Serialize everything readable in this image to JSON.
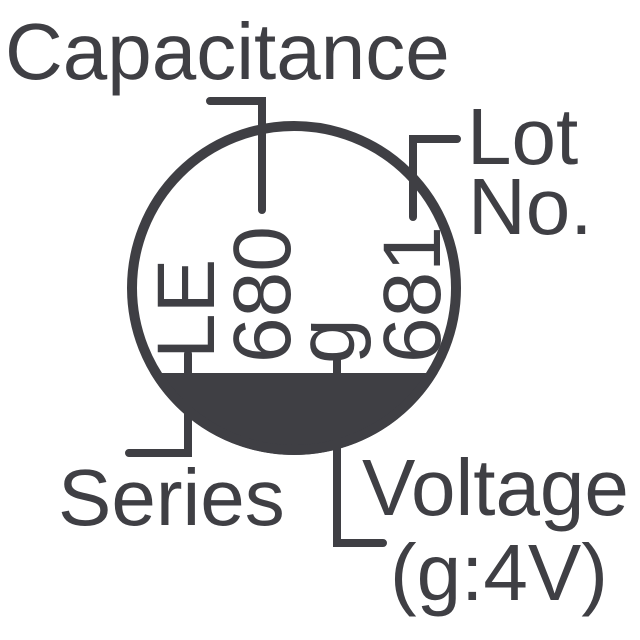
{
  "diagram": {
    "subject": "capacitor-top-view-marking",
    "labels": {
      "capacitance": "Capacitance",
      "lot_line1": "Lot",
      "lot_line2": "No.",
      "series": "Series",
      "voltage_line1": "Voltage",
      "voltage_line2": "(g:4V)"
    },
    "markings": {
      "series_code": "LE",
      "capacitance_code": "680",
      "voltage_code": "g",
      "lot_code": "681"
    }
  },
  "colors": {
    "ink": "#3f3f44",
    "background": "#ffffff"
  }
}
